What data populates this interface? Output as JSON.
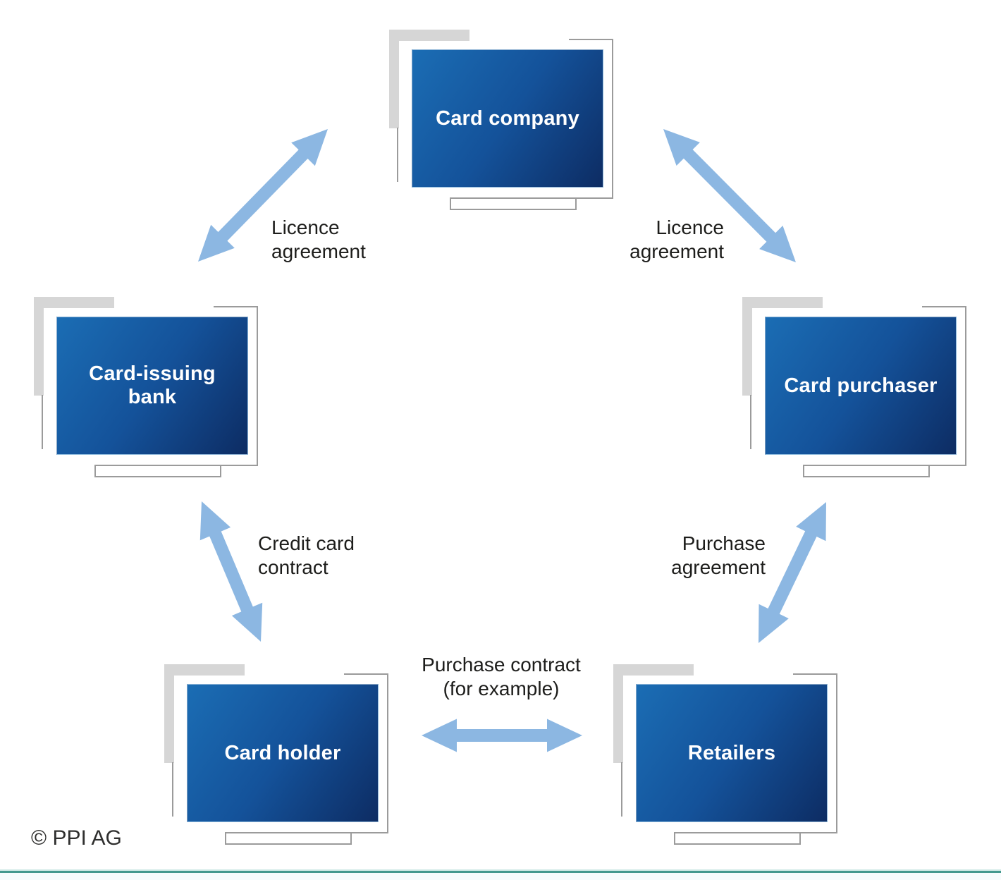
{
  "diagram": {
    "nodes": [
      {
        "id": "card-company",
        "label": "Card company"
      },
      {
        "id": "card-issuing-bank",
        "label": "Card-issuing\nbank"
      },
      {
        "id": "card-purchaser",
        "label": "Card purchaser"
      },
      {
        "id": "card-holder",
        "label": "Card holder"
      },
      {
        "id": "retailers",
        "label": "Retailers"
      }
    ],
    "edge_labels": [
      {
        "id": "licence-agreement-left",
        "text": "Licence\nagreement"
      },
      {
        "id": "licence-agreement-right",
        "text": "Licence\nagreement"
      },
      {
        "id": "credit-card-contract",
        "text": "Credit card\ncontract"
      },
      {
        "id": "purchase-agreement",
        "text": "Purchase\nagreement"
      },
      {
        "id": "purchase-contract",
        "text": "Purchase contract\n(for example)"
      }
    ],
    "copyright": "© PPI AG"
  },
  "colors": {
    "screen_gradient_start": "#1b6db4",
    "screen_gradient_end": "#0d2c63",
    "screen_text": "#ffffff",
    "arrow": "#8cb7e2",
    "shadow_gray": "#d6d6d6",
    "outline_gray": "#9b9b9b",
    "label_text": "#1d1d1b",
    "footer_line": "#45998f"
  }
}
